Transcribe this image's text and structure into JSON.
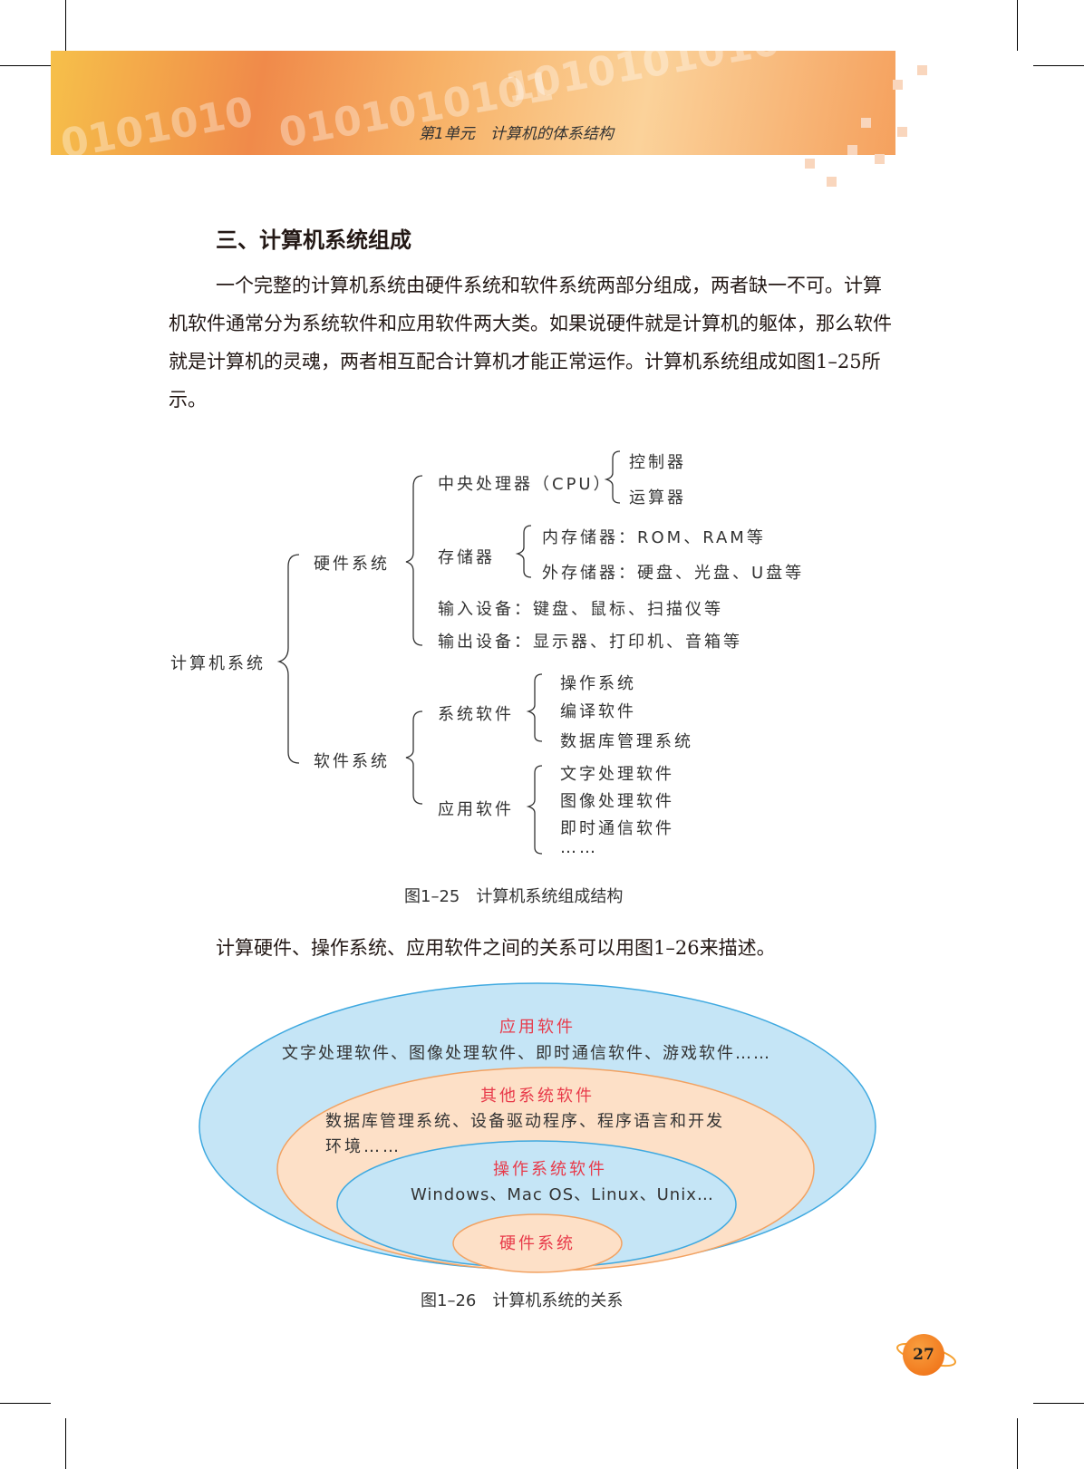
{
  "header": {
    "unit_title": "第1单元　计算机的体系结构"
  },
  "section": {
    "title": "三、计算机系统组成",
    "paragraph": "一个完整的计算机系统由硬件系统和软件系统两部分组成，两者缺一不可。计算机软件通常分为系统软件和应用软件两大类。如果说硬件就是计算机的躯体，那么软件就是计算机的灵魂，两者相互配合计算机才能正常运作。计算机系统组成如图1–25所示。"
  },
  "tree": {
    "root": "计算机系统",
    "hardware": "硬件系统",
    "cpu": "中央处理器（CPU）",
    "controller": "控制器",
    "alu": "运算器",
    "storage": "存储器",
    "internal": "内存储器：ROM、RAM等",
    "external": "外存储器：硬盘、光盘、U盘等",
    "input": "输入设备：键盘、鼠标、扫描仪等",
    "output": "输出设备：显示器、打印机、音箱等",
    "software": "软件系统",
    "system_sw": "系统软件",
    "os": "操作系统",
    "compiler": "编译软件",
    "dbms": "数据库管理系统",
    "app_sw": "应用软件",
    "word": "文字处理软件",
    "image": "图像处理软件",
    "im": "即时通信软件",
    "more": "……"
  },
  "fig25_caption": "图1–25　计算机系统组成结构",
  "lead2": "计算硬件、操作系统、应用软件之间的关系可以用图1–26来描述。",
  "layers": {
    "app_title": "应用软件",
    "app_desc": "文字处理软件、图像处理软件、即时通信软件、游戏软件……",
    "other_title": "其他系统软件",
    "other_desc1": "数据库管理系统、设备驱动程序、程序语言和开发",
    "other_desc2": "环境……",
    "os_title": "操作系统软件",
    "os_desc": "Windows、Mac OS、Linux、Unix…",
    "hw_title": "硬件系统"
  },
  "fig26_caption": "图1–26　计算机系统的关系",
  "page_number": "27",
  "colors": {
    "blue_fill": "#c5e5f6",
    "blue_stroke": "#3fa9e0",
    "peach_fill": "#fde0c7",
    "peach_stroke": "#f2a262",
    "accent_red": "#e83a4a"
  }
}
